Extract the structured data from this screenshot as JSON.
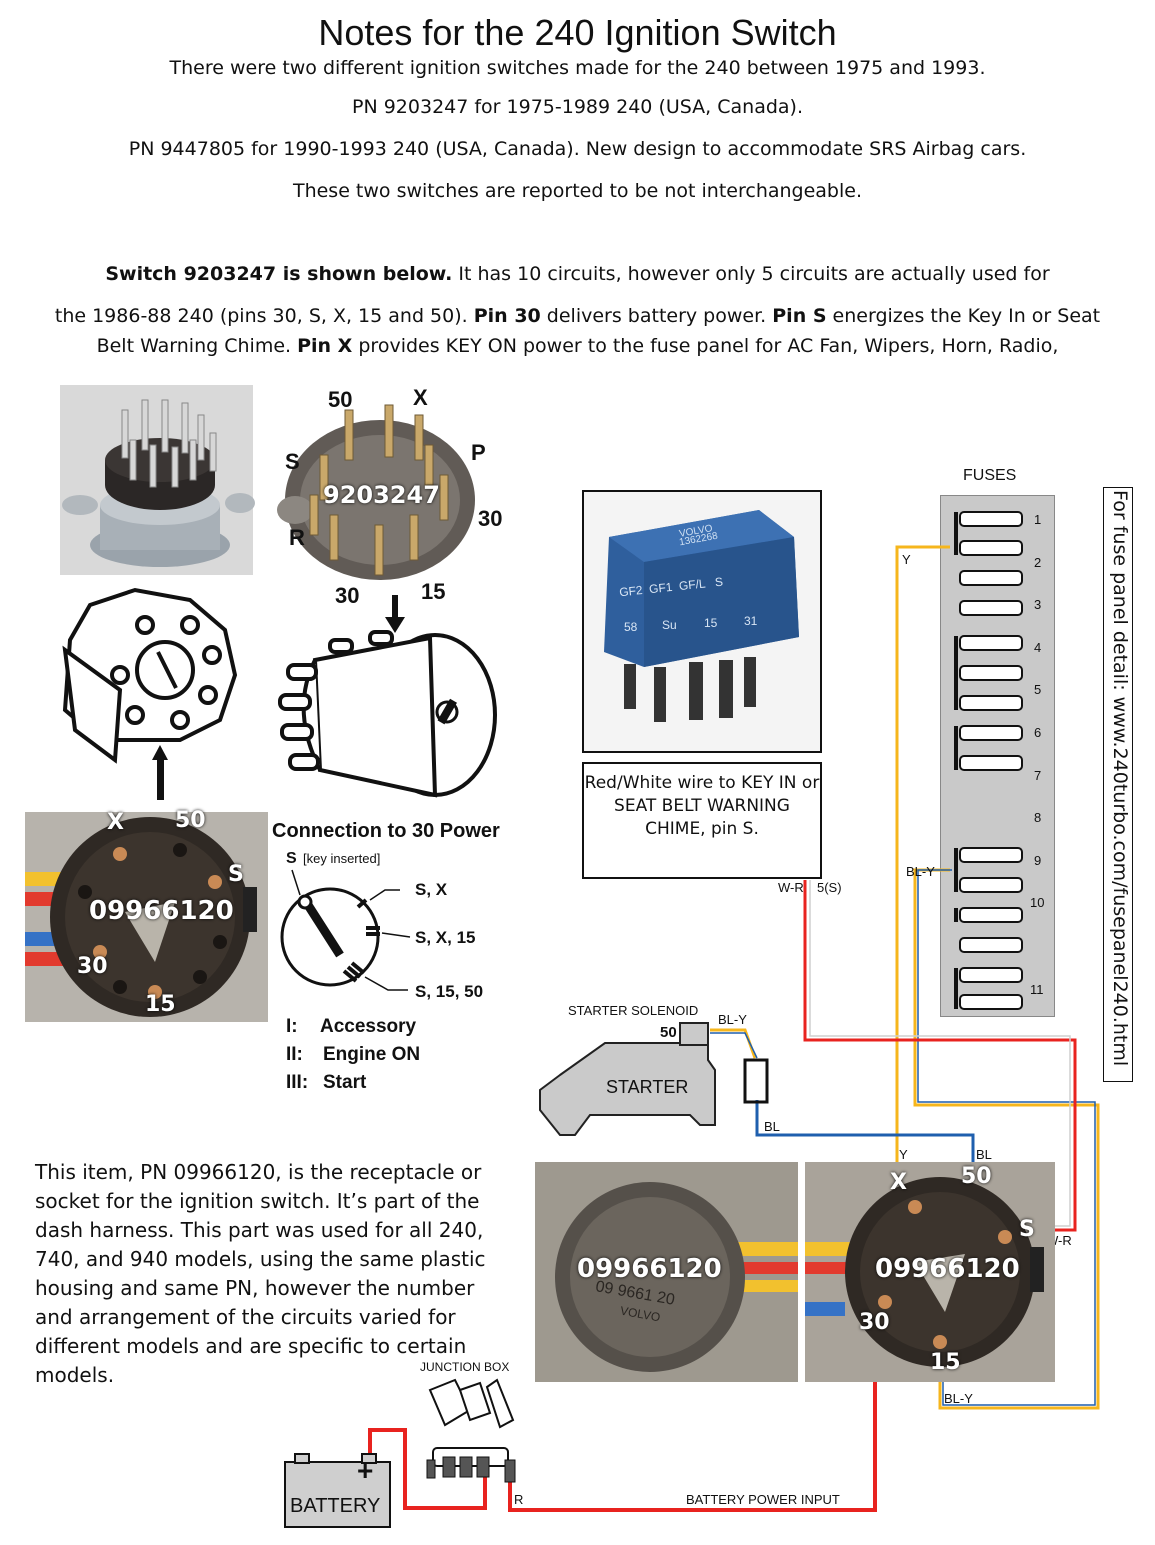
{
  "title": "Notes for the 240 Ignition Switch",
  "intro": [
    "There were two different ignition switches made for the 240 between 1975 and 1993.",
    "PN 9203247 for 1975-1989 240 (USA, Canada).",
    "PN 9447805 for 1990-1993 240 (USA, Canada). New design to accommodate SRS Airbag cars.",
    "These two switches are reported to be not interchangeable."
  ],
  "para": {
    "b1": "Switch 9203247 is shown below.",
    "t1": " It has 10 circuits, however only 5 circuits are actually used for",
    "t2": "the 1986-88 240 (pins 30, S, X, 15 and 50). ",
    "b2": "Pin 30",
    "t3": " delivers battery power. ",
    "b3": "Pin S",
    "t4": " energizes the Key In or Seat",
    "t5": "Belt Warning Chime. ",
    "b4": "Pin X",
    "t6": " provides KEY ON power to the fuse panel for AC Fan, Wipers, Horn, Radio,"
  },
  "switch_photo": {
    "pn": "9203247",
    "pins": {
      "p50": "50",
      "pX": "X",
      "pS": "S",
      "pP": "P",
      "p30r": "30",
      "pR": "R",
      "p30": "30",
      "p15": "15"
    }
  },
  "socket_photo_left": {
    "pn": "09966120",
    "pins": {
      "pX": "X",
      "p50": "50",
      "pS": "S",
      "p30": "30",
      "p15": "15"
    }
  },
  "positions": {
    "heading": "Connection to 30 Power",
    "s_key": "S",
    "key_inserted": "[key inserted]",
    "pos1": "S, X",
    "pos2": "S, X, 15",
    "pos3": "S, 15, 50",
    "legend": [
      {
        "num": "I:",
        "text": "Accessory"
      },
      {
        "num": "II:",
        "text": "Engine ON"
      },
      {
        "num": "III:",
        "text": "Start"
      }
    ]
  },
  "relay": {
    "brand": "VOLVO",
    "pn": "1362268",
    "top_labels": "GF2  GF1  GF/L   S",
    "bottom_labels": [
      "58",
      "Su",
      "15",
      "31"
    ],
    "note": "Red/White wire to KEY IN or SEAT BELT WARNING CHIME, pin S."
  },
  "fuses": {
    "title": "FUSES",
    "numbers": [
      "1",
      "2",
      "3",
      "4",
      "5",
      "6",
      "7",
      "8",
      "9",
      "10",
      "11"
    ]
  },
  "side_note": "For fuse panel detail: www.240turbo.com/fusepanel240.html",
  "wires": {
    "y_top": "Y",
    "wr_relay": "W-R",
    "s_relay": "5(S)",
    "bly_fuse": "BL-Y",
    "bly_starter": "BL-Y",
    "bl_starter": "BL",
    "bl_socket": "BL",
    "y_socket": "Y",
    "wr_socket": "W-R",
    "r_socket": "R",
    "bly_bottom": "BL-Y",
    "r_battery": "R",
    "battery_input": "BATTERY POWER INPUT"
  },
  "starter": {
    "solenoid_label": "STARTER SOLENOID",
    "pin": "50",
    "label": "STARTER"
  },
  "socket_photos": {
    "left_pn": "09966120",
    "left_stamp": "09 9661 20",
    "left_brand": "VOLVO",
    "right_pn": "09966120",
    "pins": {
      "pX": "X",
      "p50": "50",
      "pS": "S",
      "p30": "30",
      "p15": "15"
    }
  },
  "description": "This item, PN 09966120, is the receptacle or socket for the ignition switch. It’s part of the dash harness. This part was used for all 240, 740, and 940 models, using the same plastic housing and same PN, however the number and arrangement of the circuits varied for different models and are specific to certain models.",
  "junction_box": "JUNCTION BOX",
  "battery": {
    "label": "BATTERY",
    "plus": "+"
  },
  "colors": {
    "red_wire": "#e8231f",
    "yellow_wire": "#f6b61c",
    "blue_wire": "#1f5fae",
    "relay_blue": "#2f5f9d",
    "fuse_panel": "#c9c9c9"
  }
}
